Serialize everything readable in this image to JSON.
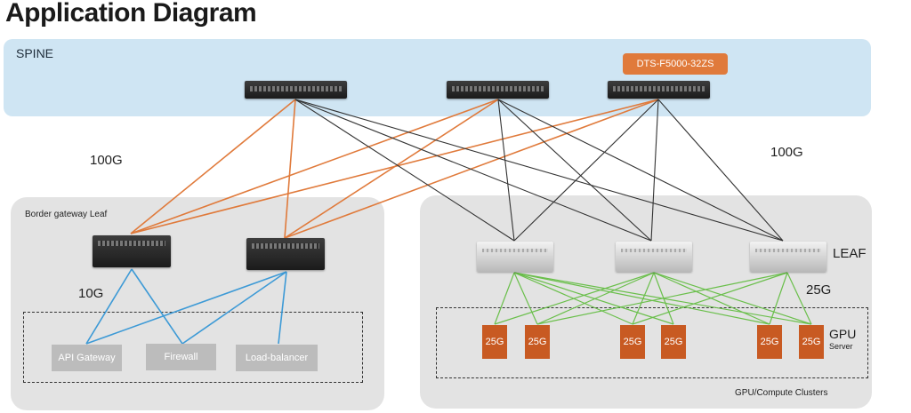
{
  "title": "Application Diagram",
  "spine": {
    "label": "SPINE",
    "model_badge": "DTS-F5000-32ZS"
  },
  "speeds": {
    "left_100g": "100G",
    "right_100g": "100G",
    "left_10g": "10G",
    "right_25g": "25G"
  },
  "border_gateway": {
    "label": "Border gateway Leaf",
    "services": [
      "API Gateway",
      "Firewall",
      "Load-balancer"
    ]
  },
  "gpu_cluster": {
    "leaf_label": "LEAF",
    "label": "GPU/Compute Clusters",
    "server_label_main": "GPU",
    "server_label_sub": "Server",
    "servers": [
      "25G",
      "25G",
      "25G",
      "25G",
      "25G",
      "25G"
    ]
  },
  "colors": {
    "spine_band": "#cfe5f3",
    "badge": "#e07a3b",
    "panel": "#e3e3e3",
    "orange_link": "#e07a3b",
    "black_link": "#333333",
    "blue_link": "#3d9ad6",
    "green_link": "#6abf4b",
    "gpu_server": "#c85a22",
    "service_box": "#bcbcbc"
  }
}
